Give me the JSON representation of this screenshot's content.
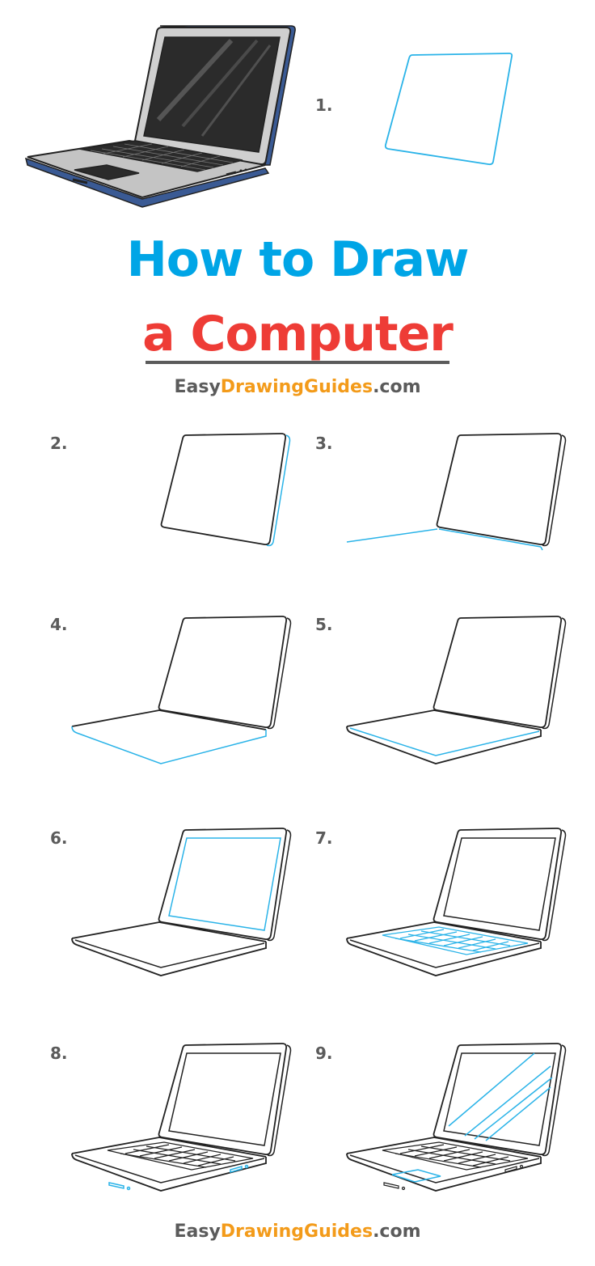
{
  "title": {
    "line1": "How to Draw",
    "line2": "a Computer"
  },
  "site": {
    "part1": "Easy",
    "part2": "Drawing",
    "part3": "Guides",
    "part4": ".com"
  },
  "steps": [
    {
      "label": "1."
    },
    {
      "label": "2."
    },
    {
      "label": "3."
    },
    {
      "label": "4."
    },
    {
      "label": "5."
    },
    {
      "label": "6."
    },
    {
      "label": "7."
    },
    {
      "label": "8."
    },
    {
      "label": "9."
    }
  ],
  "colors": {
    "title_blue": "#00a5e6",
    "title_red": "#ee3c36",
    "text_gray": "#5b5b5b",
    "accent_orange": "#f39b1a",
    "guide_blue": "#2ab3e8",
    "outline": "#222222",
    "laptop_body": "#c9c9c9",
    "laptop_edge": "#3a5a94",
    "screen": "#2a2a2a"
  }
}
